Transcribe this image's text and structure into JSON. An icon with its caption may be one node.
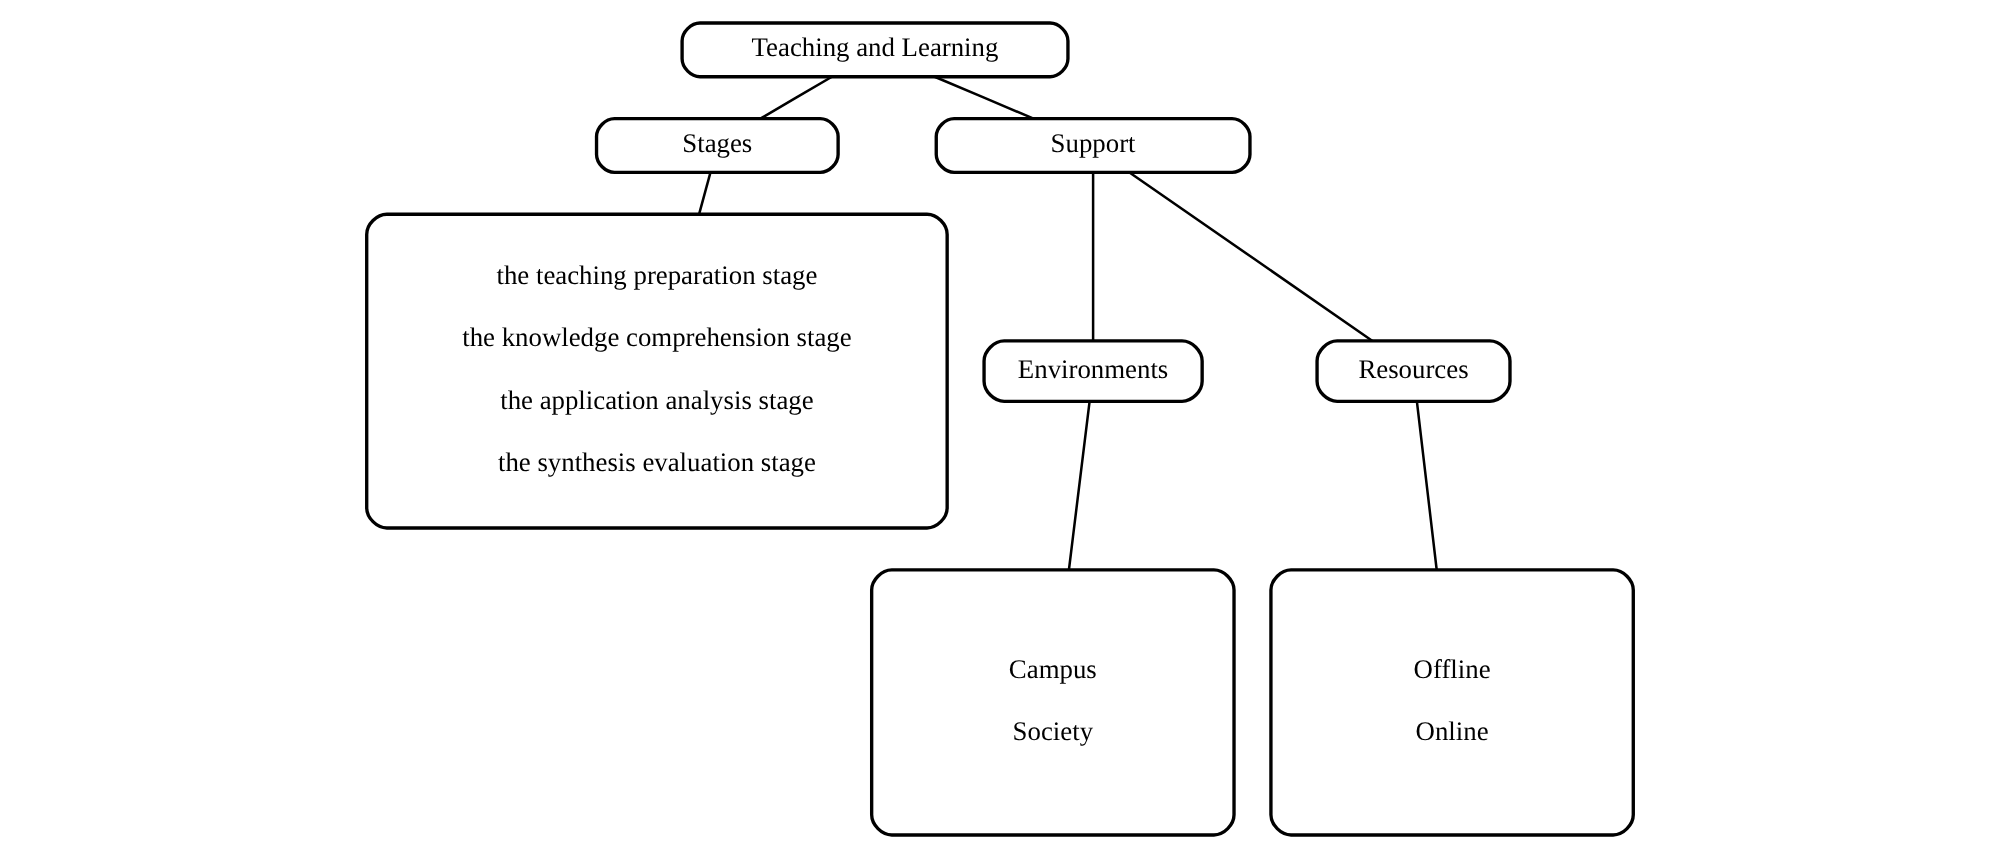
{
  "diagram": {
    "nodes": [
      {
        "text": [
          "Teaching and Learning"
        ]
      },
      {
        "text": [
          "Stages"
        ]
      },
      {
        "text": [
          "Support"
        ]
      },
      {
        "text": [
          "the teaching preparation stage",
          "the knowledge comprehension stage",
          "the application analysis stage",
          "the synthesis evaluation stage"
        ]
      },
      {
        "text": [
          "Environments"
        ]
      },
      {
        "text": [
          "Resources"
        ]
      },
      {
        "text": [
          "Campus",
          "Society"
        ]
      },
      {
        "text": [
          "Offline",
          "Online"
        ]
      }
    ],
    "edges": [
      {
        "from": 0,
        "to": 1,
        "arrow": "none"
      },
      {
        "from": 0,
        "to": 2,
        "arrow": "none"
      },
      {
        "from": 1,
        "to": 3,
        "arrow": "none"
      },
      {
        "from": 2,
        "to": 4,
        "arrow": "none"
      },
      {
        "from": 2,
        "to": 5,
        "arrow": "none"
      },
      {
        "from": 4,
        "to": 6,
        "arrow": "none"
      },
      {
        "from": 5,
        "to": 7,
        "arrow": "none"
      }
    ]
  }
}
